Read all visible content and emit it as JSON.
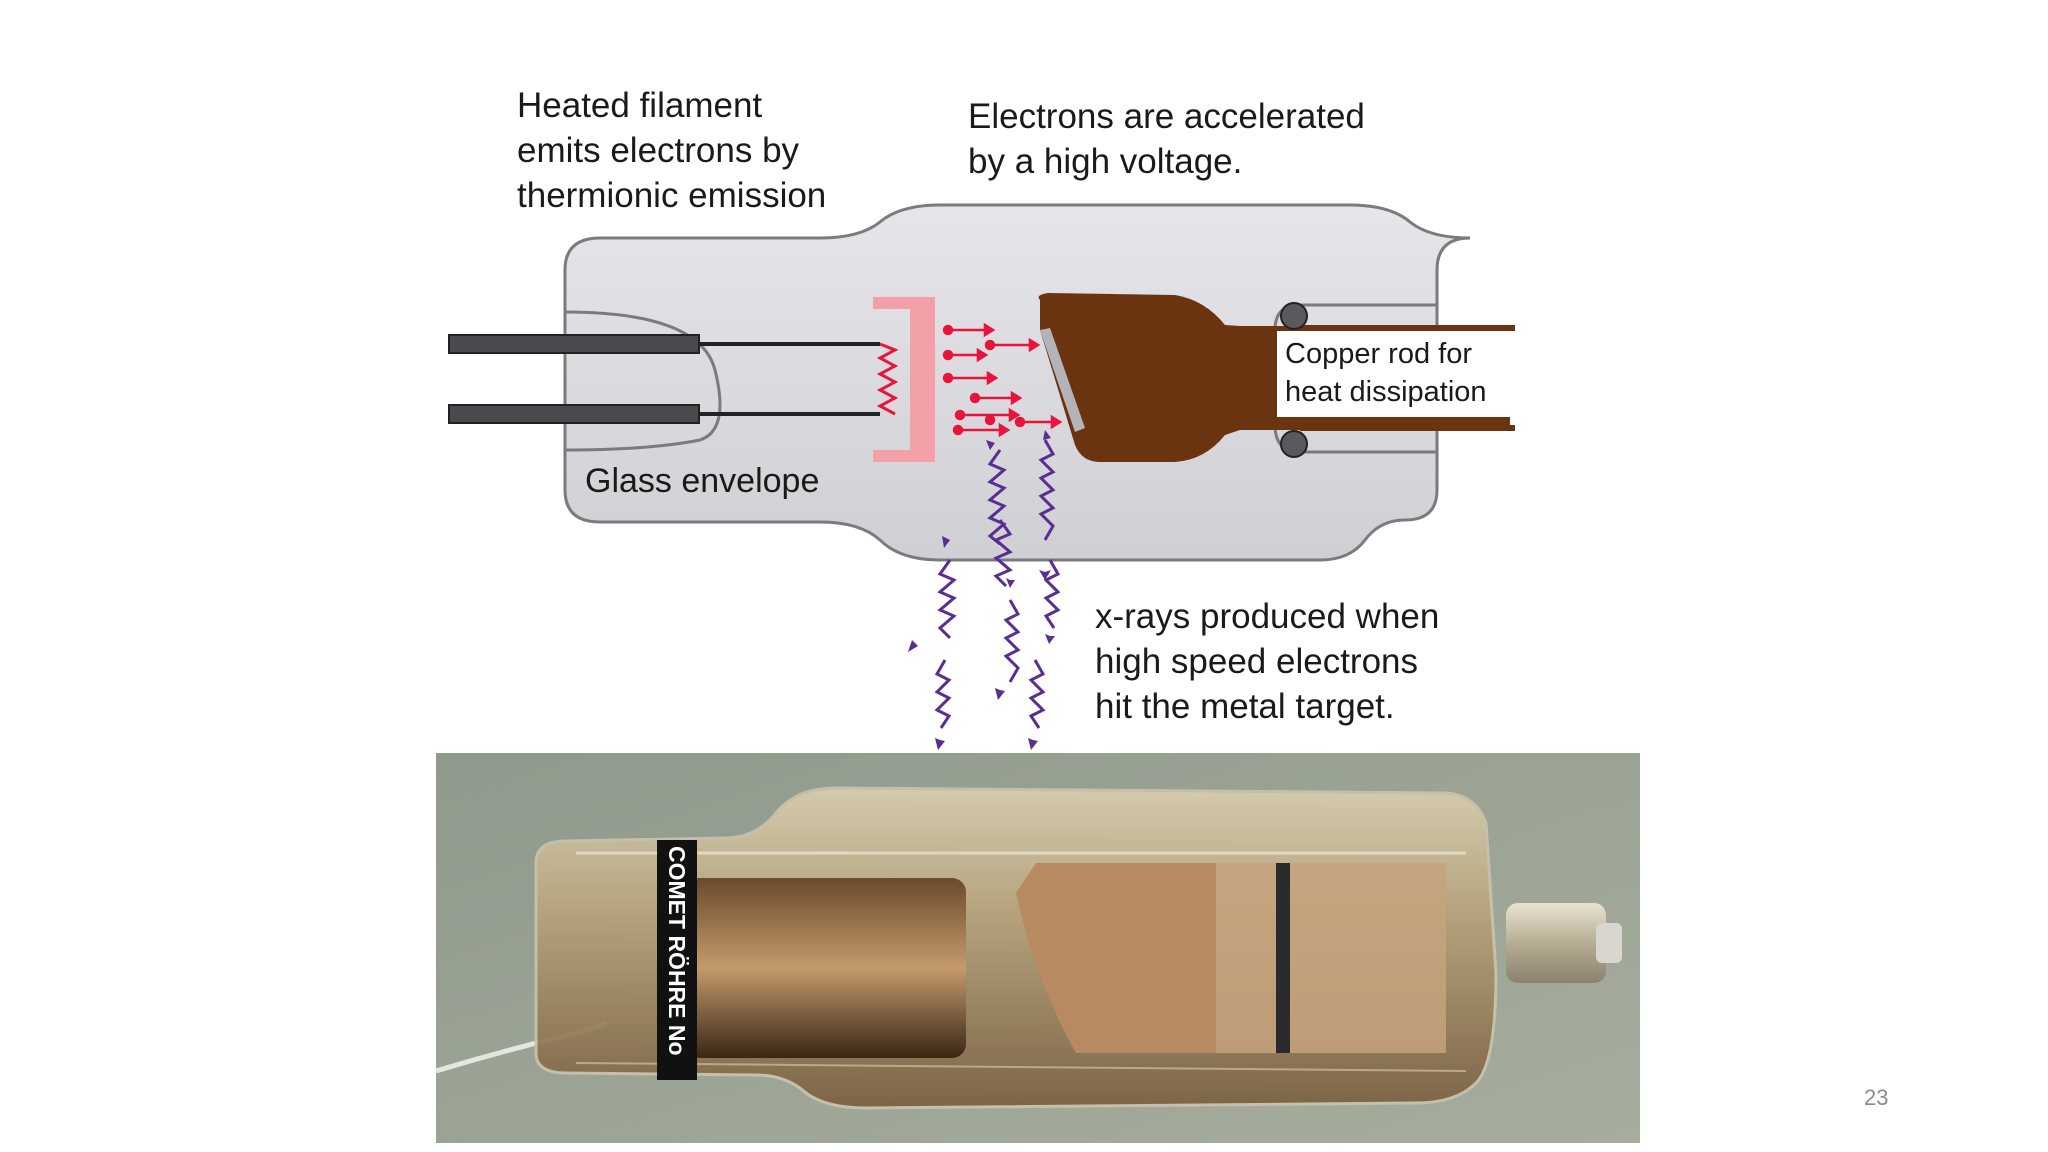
{
  "slide": {
    "page_number": "23"
  },
  "diagram": {
    "filament_caption": [
      "Heated filament",
      "emits electrons by",
      "thermionic emission"
    ],
    "accelerated_caption": [
      "Electrons are accelerated",
      "by a high voltage."
    ],
    "copper_caption": [
      "Copper rod for",
      "heat dissipation"
    ],
    "glass_caption": "Glass envelope",
    "xray_caption": [
      "x-rays produced when",
      "high speed electrons",
      "hit the metal target."
    ]
  },
  "photo": {
    "tube_label": "COMET RÖHRE   No"
  },
  "colors": {
    "glass": "#d8d8dc",
    "copper": "#6b3410",
    "filament_cup": "#f4a0a8",
    "electron": "#e8143c",
    "xray": "#5a2d91"
  }
}
